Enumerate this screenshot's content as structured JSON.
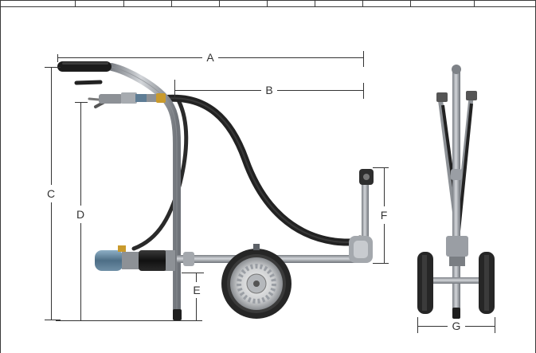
{
  "diagram": {
    "dimension_labels": {
      "A": "A",
      "B": "B",
      "C": "C",
      "D": "D",
      "E": "E",
      "F": "F",
      "G": "G"
    },
    "colors": {
      "frame": "#9a9ea4",
      "frame_dark": "#5d6167",
      "hose": "#2a2a2a",
      "handle": "#1c1c1c",
      "tire": "#262626",
      "rim": "#c8c9cb",
      "fitting_gold": "#c99a2c",
      "fitting_blue": "#5e7d95",
      "dimension_line": "#333333",
      "border": "#3a3a3a"
    },
    "icons": {
      "front_view": "spray-cart-side-view-icon",
      "rear_view": "spray-cart-front-view-icon"
    }
  }
}
